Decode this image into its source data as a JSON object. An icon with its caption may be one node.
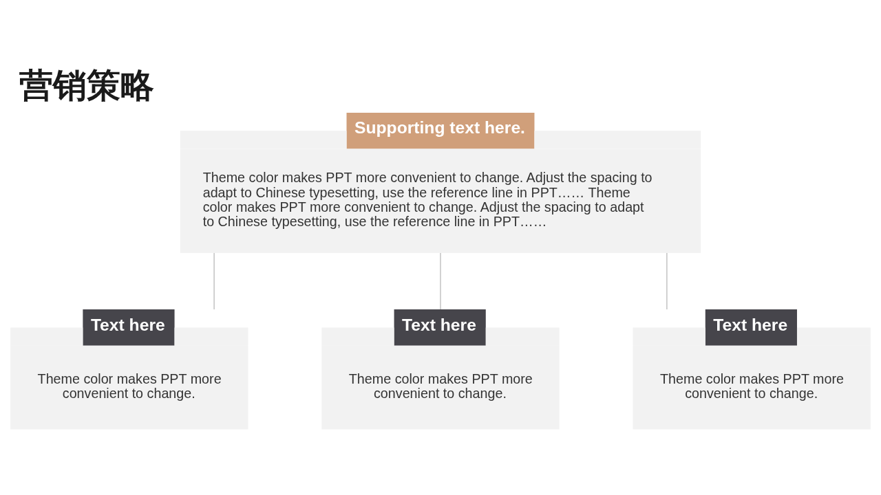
{
  "diagram": {
    "title": "营销策略",
    "nodes": [
      {
        "text": [
          "Supporting text here.",
          "Theme color makes PPT more convenient to change. Adjust the spacing to adapt to Chinese typesetting, use the reference line in PPT…… Theme color makes PPT more convenient to change. Adjust the spacing to adapt to Chinese typesetting, use the reference line in PPT……"
        ]
      },
      {
        "text": [
          "Text here",
          "Theme color makes PPT more convenient to change."
        ]
      },
      {
        "text": [
          "Text here",
          "Theme color makes PPT more convenient to change."
        ]
      },
      {
        "text": [
          "Text here",
          "Theme color makes PPT more convenient to change."
        ]
      }
    ],
    "edges": [
      {
        "from": 0,
        "to": 1,
        "arrow": "none"
      },
      {
        "from": 0,
        "to": 2,
        "arrow": "none"
      },
      {
        "from": 0,
        "to": 3,
        "arrow": "none"
      }
    ]
  }
}
